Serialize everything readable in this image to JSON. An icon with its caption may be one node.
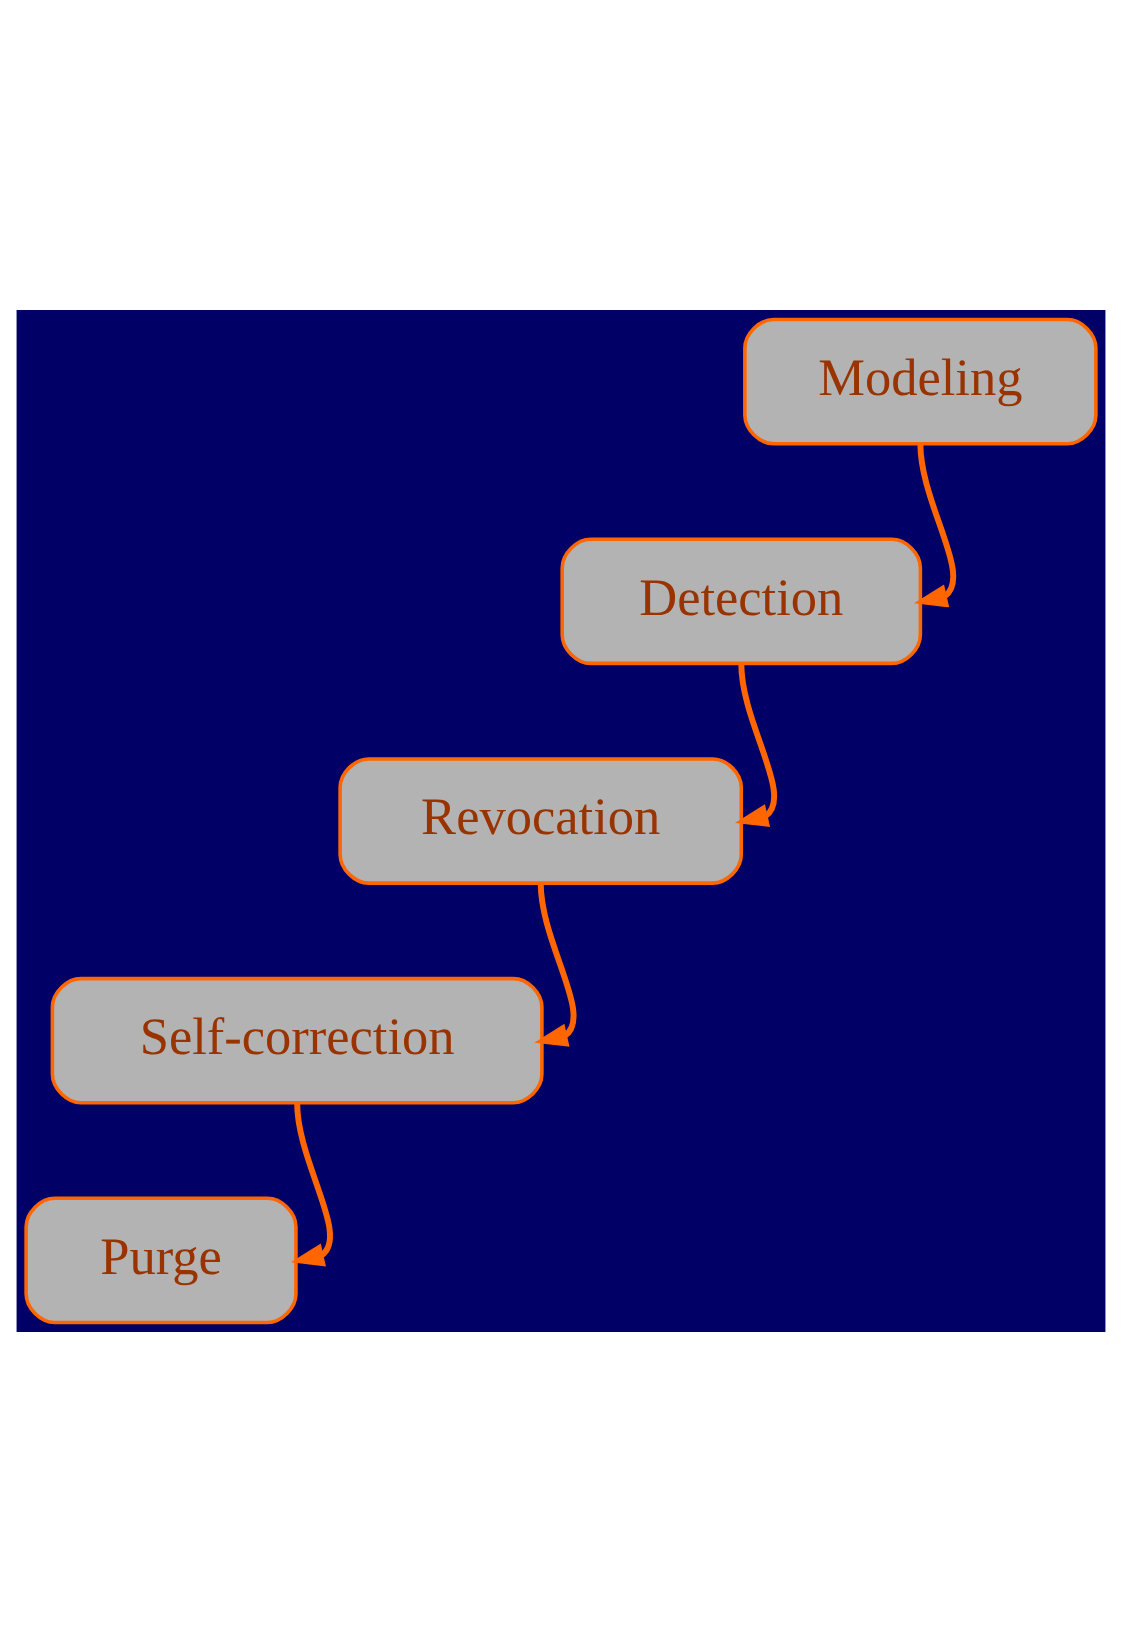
{
  "diagram": {
    "nodes": [
      {
        "text": [
          "Modeling"
        ]
      },
      {
        "text": [
          "Detection"
        ]
      },
      {
        "text": [
          "Revocation"
        ]
      },
      {
        "text": [
          "Self-correction"
        ]
      },
      {
        "text": [
          "Purge"
        ]
      }
    ],
    "edges": [
      {
        "from": 0,
        "to": 1,
        "arrow": "to"
      },
      {
        "from": 1,
        "to": 2,
        "arrow": "to"
      },
      {
        "from": 2,
        "to": 3,
        "arrow": "to"
      },
      {
        "from": 3,
        "to": 4,
        "arrow": "to"
      }
    ]
  }
}
